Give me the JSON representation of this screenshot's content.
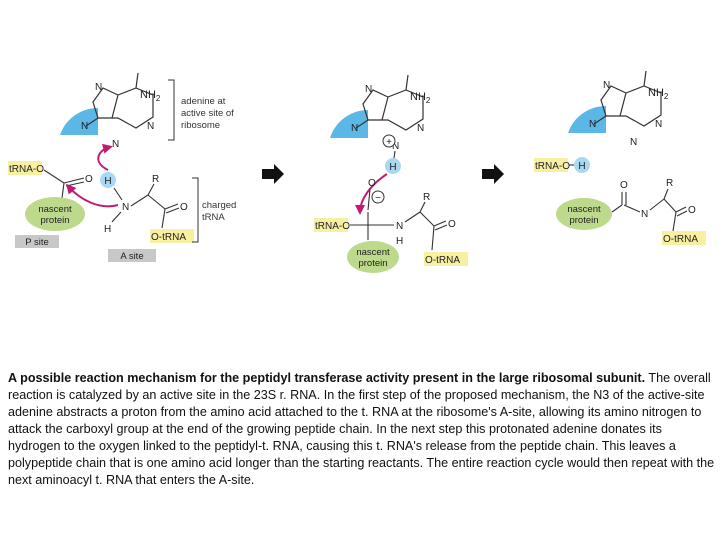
{
  "labels": {
    "nh2": "NH",
    "nh2_sub": "2",
    "N": "N",
    "H": "H",
    "R": "R",
    "O": "O",
    "plus": "+",
    "minus": "−",
    "trna_o": "tRNA-O",
    "o_trna": "O-tRNA",
    "nascent_1": "nascent",
    "nascent_2": "protein",
    "adenine_1": "adenine at",
    "adenine_2": "active site of",
    "adenine_3": "ribosome",
    "charged_1": "charged",
    "charged_2": "tRNA",
    "p_site": "P site",
    "a_site": "A site"
  },
  "caption": {
    "title": "A possible reaction mechanism for the peptidyl transferase activity present in the large ribosomal subunit.",
    "body": "The overall reaction is catalyzed by an active site in the 23S r. RNA. In the first step of the proposed mechanism, the N3 of the active-site adenine abstracts a proton from the amino acid attached to the t. RNA at the ribosome's A-site, allowing its amino nitrogen to attack the carboxyl group at the end of the growing peptide chain. In the next step this protonated adenine donates its hydrogen to the oxygen linked to the peptidyl-t. RNA, causing this t. RNA's release from the peptide chain. This leaves a polypeptide chain that is one amino acid longer than the starting reactants. The entire reaction cycle would then repeat with the next aminoacyl t. RNA that enters the A-site."
  },
  "colors": {
    "ribosome_blue": "#5bb7e6",
    "highlight_yellow": "#f7f0a0",
    "protein_green": "#bcd98c",
    "h_bubble": "#a9d8f2",
    "arrow_magenta": "#c21a73",
    "site_label_gray": "#c8c8c8"
  }
}
